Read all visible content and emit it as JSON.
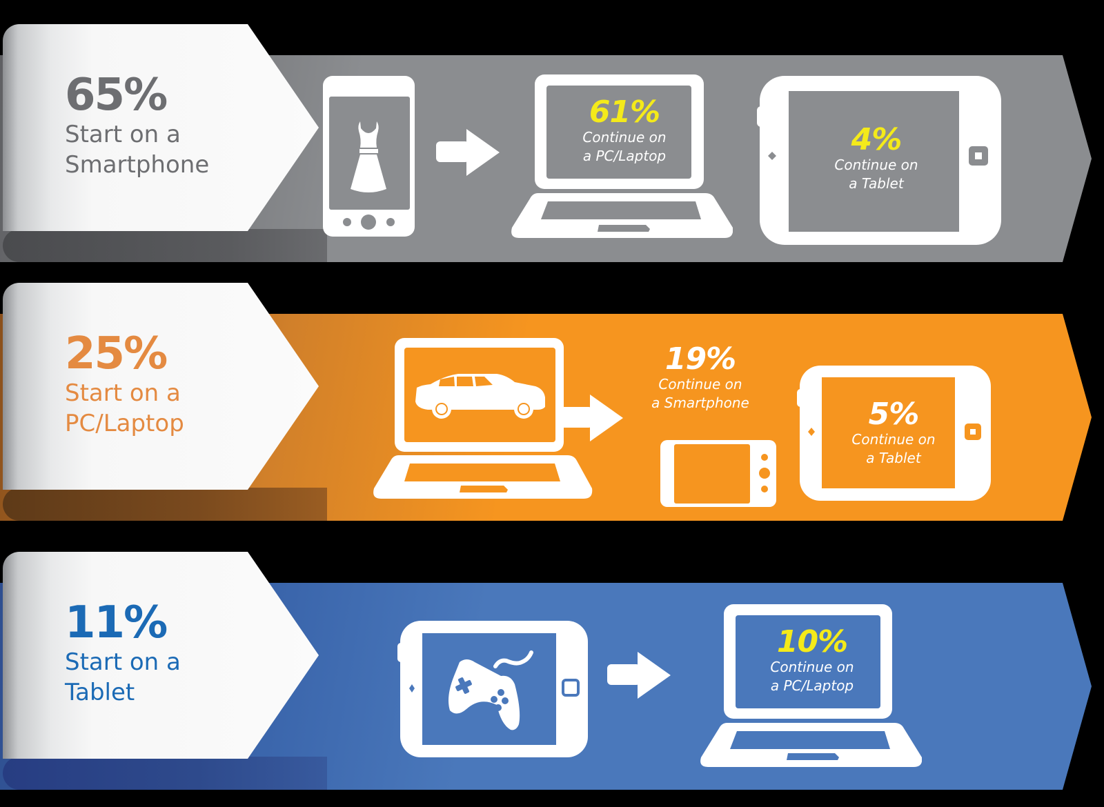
{
  "colors": {
    "gray_band": "#8b8d90",
    "gray_fold": "#4f5053",
    "gray_text": "#6d6e71",
    "orange_band": "#f6951f",
    "orange_fold": "#6b3f1a",
    "orange_text": "#e48a41",
    "blue_band": "#4a78bb",
    "blue_fold": "#273d82",
    "blue_text": "#1b6ab5",
    "highlight_yellow": "#f4ea1a",
    "white": "#ffffff"
  },
  "rows": [
    {
      "start_pct": "65%",
      "start_line1": "Start on a",
      "start_line2": "Smartphone",
      "start_device_icon": "smartphone-dress-icon",
      "continues": [
        {
          "pct": "61%",
          "line1": "Continue on",
          "line2": "a PC/Laptop",
          "device_icon": "laptop-icon"
        },
        {
          "pct": "4%",
          "line1": "Continue on",
          "line2": "a Tablet",
          "device_icon": "tablet-icon"
        }
      ]
    },
    {
      "start_pct": "25%",
      "start_line1": "Start on a",
      "start_line2": "PC/Laptop",
      "start_device_icon": "laptop-car-icon",
      "continues": [
        {
          "pct": "19%",
          "line1": "Continue on",
          "line2": "a Smartphone",
          "device_icon": "smartphone-landscape-icon"
        },
        {
          "pct": "5%",
          "line1": "Continue on",
          "line2": "a Tablet",
          "device_icon": "tablet-icon"
        }
      ]
    },
    {
      "start_pct": "11%",
      "start_line1": "Start on a",
      "start_line2": "Tablet",
      "start_device_icon": "tablet-gamepad-icon",
      "continues": [
        {
          "pct": "10%",
          "line1": "Continue on",
          "line2": "a PC/Laptop",
          "device_icon": "laptop-icon"
        }
      ]
    }
  ]
}
